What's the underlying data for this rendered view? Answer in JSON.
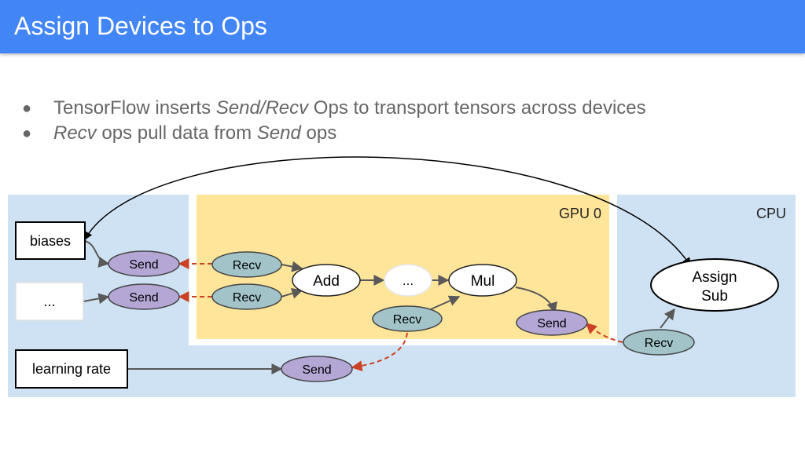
{
  "title": "Assign Devices to Ops",
  "bullets": [
    {
      "parts": [
        {
          "text": "TensorFlow inserts ",
          "italic": false
        },
        {
          "text": "Send/Recv",
          "italic": true
        },
        {
          "text": " Ops to transport tensors across devices",
          "italic": false
        }
      ]
    },
    {
      "parts": [
        {
          "text": "Recv",
          "italic": true
        },
        {
          "text": " ops pull data from ",
          "italic": false
        },
        {
          "text": "Send",
          "italic": true
        },
        {
          "text": " ops",
          "italic": false
        }
      ]
    }
  ],
  "diagram": {
    "regions": {
      "cpu_label": "CPU",
      "gpu_label": "GPU 0"
    },
    "variables": {
      "biases": "biases",
      "ellipsis": "...",
      "learning_rate": "learning rate"
    },
    "cpu_ops": {
      "send_biases": "Send",
      "send_ellipsis": "Send",
      "send_learning_rate": "Send",
      "recv_from_gpu": "Recv",
      "assign_sub_line1": "Assign",
      "assign_sub_line2": "Sub"
    },
    "gpu_ops": {
      "recv_biases": "Recv",
      "recv_ellipsis": "Recv",
      "add": "Add",
      "ellipsis_op": "...",
      "mul": "Mul",
      "recv_learning_rate": "Recv",
      "send_result": "Send"
    },
    "colors": {
      "cpu_region": "#cfe2f3",
      "gpu_region": "#ffe599",
      "send_fill": "#b4a7d6",
      "recv_fill": "#a2c4c9",
      "cross_device_arrow": "#cc4125",
      "edge": "#595959"
    }
  }
}
